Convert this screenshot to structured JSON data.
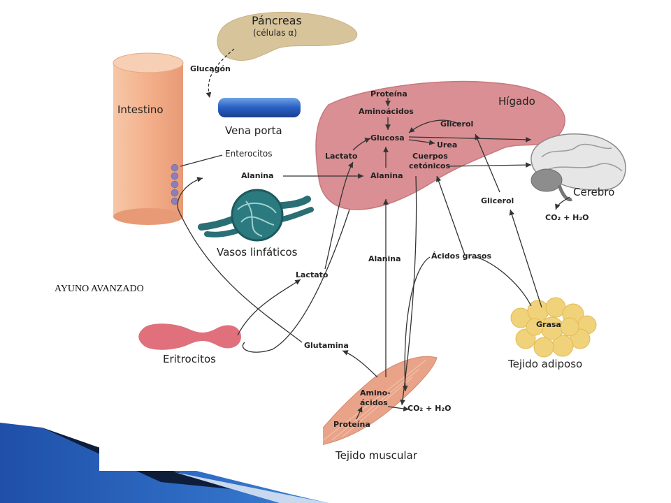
{
  "slide_title": "AYUNO AVANZADO",
  "organs": {
    "pancreas": "Páncreas",
    "pancreas_cells": "(células α)",
    "intestine": "Intestino",
    "portal_vein": "Vena porta",
    "enterocytes": "Enterocitos",
    "lymph": "Vasos linfáticos",
    "liver": "Hígado",
    "brain": "Cerebro",
    "erythrocytes": "Eritrocitos",
    "adipose": "Tejido adiposo",
    "muscle": "Tejido muscular"
  },
  "molecules": {
    "glucagon": "Glucagón",
    "protein_liver": "Proteína",
    "aminoacids_liver": "Aminoácidos",
    "glucose": "Glucosa",
    "glycerol_liver": "Glicerol",
    "urea": "Urea",
    "ketone_1": "Cuerpos",
    "ketone_2": "cetónicos",
    "lactate_liver": "Lactato",
    "alanine_liver": "Alanina",
    "alanine_intestine": "Alanina",
    "lactate_mid": "Lactato",
    "alanine_mid": "Alanina",
    "fatty_acids": "Ácidos grasos",
    "glycerol_mid": "Glicerol",
    "fat": "Grasa",
    "glutamine": "Glutamina",
    "amino_muscle_1": "Amino-",
    "amino_muscle_2": "ácidos",
    "protein_muscle": "Proteína",
    "co2_brain": "CO₂ + H₂O",
    "co2_muscle": "CO₂ + H₂O"
  },
  "colors": {
    "accent_blue": "#1f5fa8",
    "liver": "#d98f93",
    "intestine": "#f3b48e",
    "pancreas": "#d8c49a",
    "erythrocyte": "#e0707c",
    "adipose": "#f0d27a",
    "muscle": "#e8a388"
  }
}
